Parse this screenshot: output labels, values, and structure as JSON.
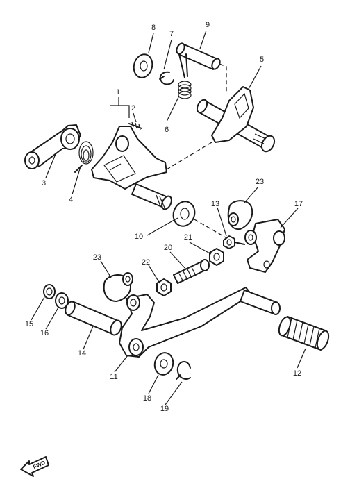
{
  "diagram": {
    "labels": {
      "p1": "1",
      "p2": "2",
      "p3": "3",
      "p4": "4",
      "p5": "5",
      "p6": "6",
      "p7": "7",
      "p8": "8",
      "p9": "9",
      "p10": "10",
      "p11": "11",
      "p12": "12",
      "p13": "13",
      "p14": "14",
      "p15": "15",
      "p16": "16",
      "p17": "17",
      "p18": "18",
      "p19": "19",
      "p20": "20",
      "p21": "21",
      "p22": "22",
      "p23a": "23",
      "p23b": "23"
    },
    "forward_arrow": "FWD"
  }
}
